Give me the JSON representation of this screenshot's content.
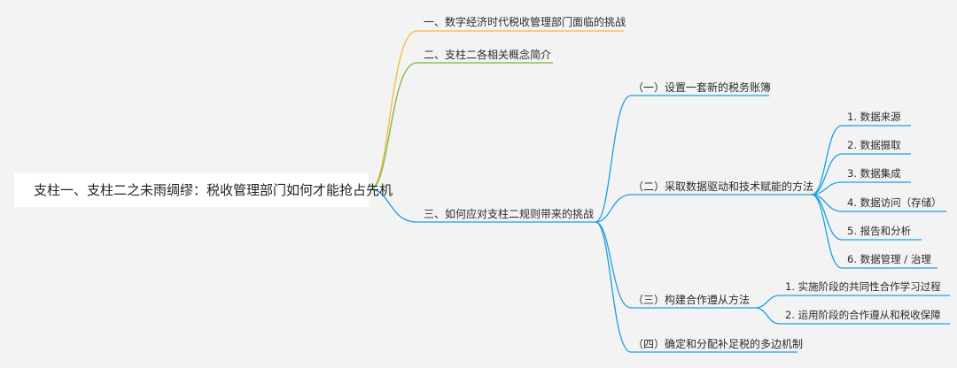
{
  "colors": {
    "background": "#f3f3f3",
    "root_bg": "#ffffff",
    "branch1": "#f5b93a",
    "branch2": "#79b548",
    "branch3": "#1aa1dd"
  },
  "root": {
    "label": "支柱一、支柱二之未雨绸缪：税收管理部门如何才能抢占先机"
  },
  "branches": [
    {
      "label": "一、数字经济时代税收管理部门面临的挑战"
    },
    {
      "label": "二、支柱二各相关概念简介"
    },
    {
      "label": "三、如何应对支柱二规则带来的挑战",
      "children": [
        {
          "label": "（一）设置一套新的税务账簿"
        },
        {
          "label": "（二）采取数据驱动和技术赋能的方法",
          "children": [
            {
              "label": "1. 数据来源"
            },
            {
              "label": "2. 数据摄取"
            },
            {
              "label": "3. 数据集成"
            },
            {
              "label": "4. 数据访问（存储）"
            },
            {
              "label": "5. 报告和分析"
            },
            {
              "label": "6. 数据管理 / 治理"
            }
          ]
        },
        {
          "label": "（三）构建合作遵从方法",
          "children": [
            {
              "label": "1. 实施阶段的共同性合作学习过程"
            },
            {
              "label": "2. 运用阶段的合作遵从和税收保障"
            }
          ]
        },
        {
          "label": "（四）确定和分配补足税的多边机制"
        }
      ]
    }
  ]
}
